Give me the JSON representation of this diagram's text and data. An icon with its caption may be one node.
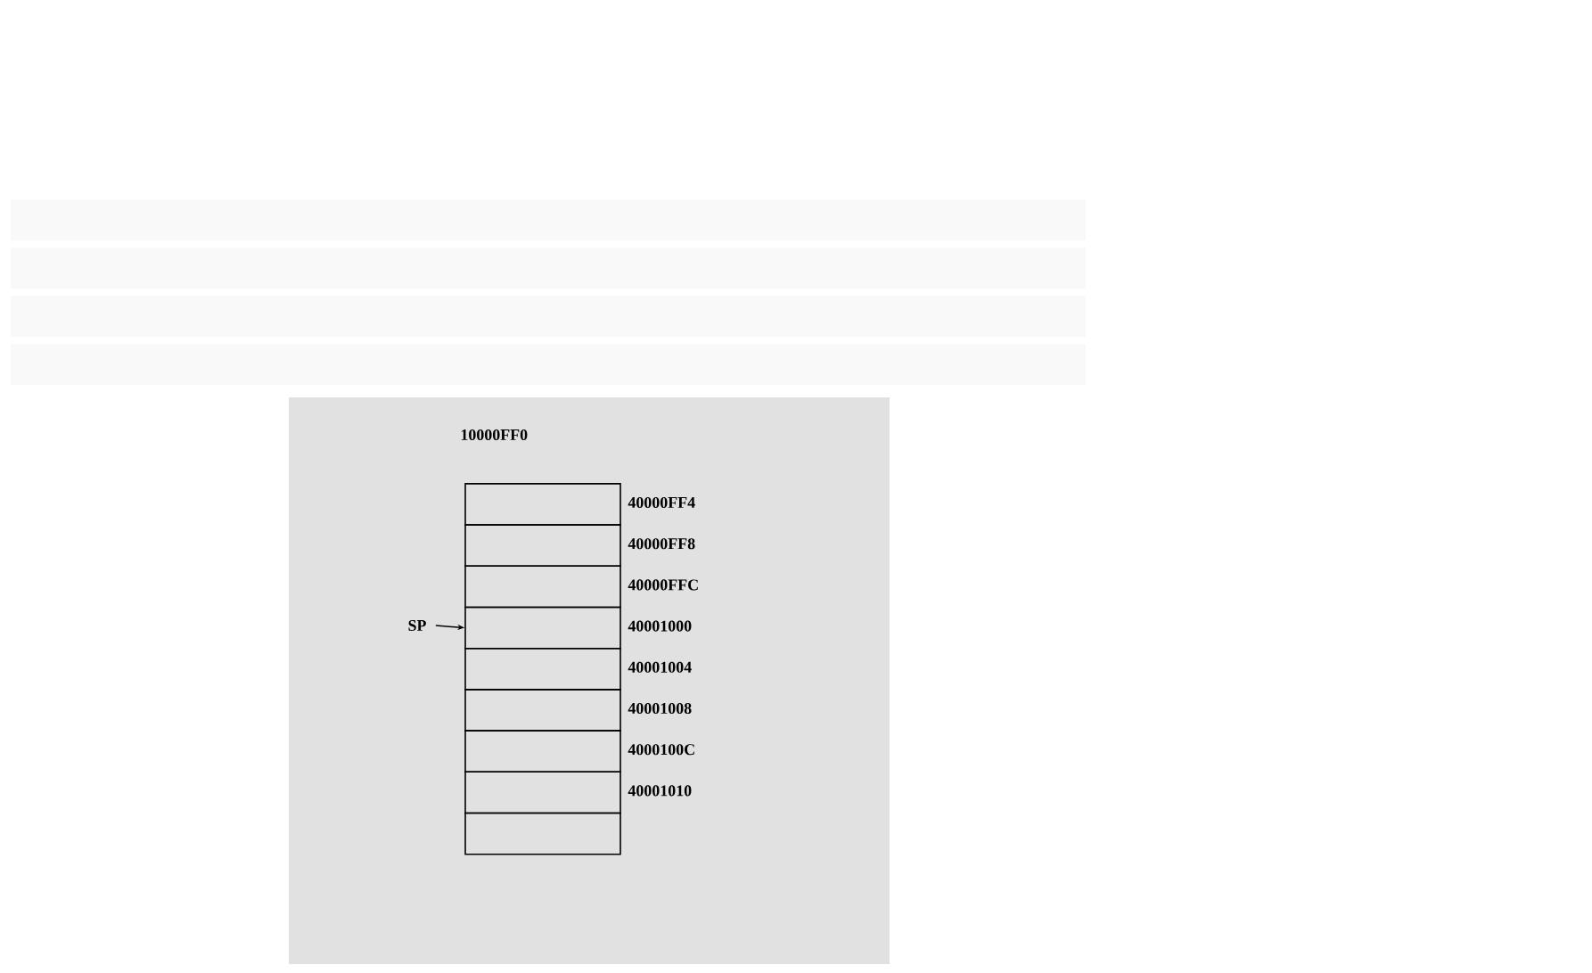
{
  "diagram": {
    "nodes": [
      {
        "text": [],
        "shape": "box",
        "beside": [
          "40000FF4"
        ]
      },
      {
        "text": [],
        "shape": "box",
        "beside": [
          "40000FF8"
        ]
      },
      {
        "text": [],
        "shape": "box",
        "beside": [
          "40000FFC"
        ]
      },
      {
        "text": [],
        "shape": "box",
        "beside": [
          "40001000"
        ]
      },
      {
        "text": [],
        "shape": "box",
        "beside": [
          "40001004"
        ]
      },
      {
        "text": [],
        "shape": "box",
        "beside": [
          "40001008"
        ]
      },
      {
        "text": [],
        "shape": "box",
        "beside": [
          "4000100C"
        ]
      },
      {
        "text": [],
        "shape": "box",
        "beside": [
          "40001010"
        ]
      },
      {
        "text": [],
        "shape": "box"
      },
      {
        "text": [
          "SP"
        ]
      }
    ],
    "edges": [
      {
        "from": 9,
        "to": 3,
        "arrow": "to"
      }
    ],
    "labels": [
      "10000FF0"
    ]
  }
}
